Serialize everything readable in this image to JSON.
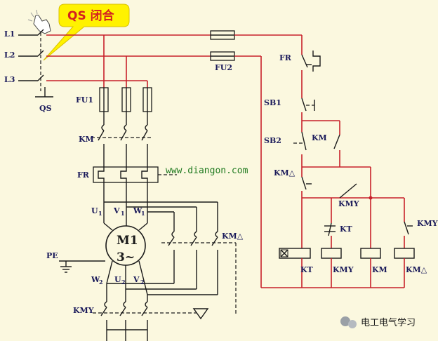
{
  "callout": {
    "text": "QS 闭合"
  },
  "watermark": {
    "text": "电工电气学习"
  },
  "url": "www.diangon.com",
  "motor": {
    "name": "M1",
    "phase": "3~"
  },
  "labels": {
    "L1": "L1",
    "L2": "L2",
    "L3": "L3",
    "QS": "QS",
    "FU1": "FU1",
    "FU2": "FU2",
    "KM": "KM",
    "FR_main": "FR",
    "FR_ctrl": "FR",
    "U1": "U",
    "V1": "V",
    "W1": "W",
    "U2": "U",
    "V2": "V",
    "W2": "W",
    "sub1": "1",
    "sub2": "2",
    "PE": "PE",
    "KM_delta": "KM△",
    "KMY": "KMY",
    "SB1": "SB1",
    "SB2": "SB2",
    "KM_ctrl": "KM",
    "KM_delta_ctrl": "KM△",
    "KMY_contact": "KMY",
    "KT_contact": "KT",
    "KMY_right": "KMY",
    "coil_KT": "KT",
    "coil_KMY": "KMY",
    "coil_KM": "KM",
    "coil_KMdelta": "KM△"
  },
  "colors": {
    "wire": "#c8202a",
    "background": "#fbf8df",
    "callout": "#fff200",
    "text": "#1a1a5a"
  }
}
